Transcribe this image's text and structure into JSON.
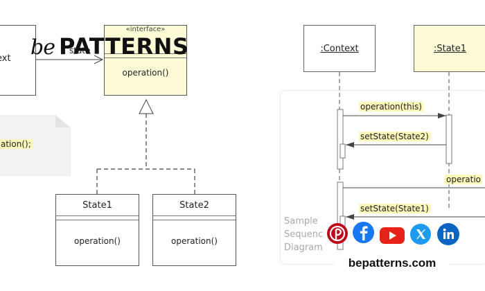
{
  "logo": {
    "prefix": "be",
    "name": "PATTERNS"
  },
  "class_diagram": {
    "context_label": "ext",
    "context_arrow_label": "state",
    "interface": {
      "stereotype": "«interface»",
      "operation": "operation()"
    },
    "note_text": "ation();",
    "states": [
      {
        "name": "State1",
        "operation": "operation()"
      },
      {
        "name": "State2",
        "operation": "operation()"
      }
    ]
  },
  "sequence_diagram": {
    "lifelines": [
      ":Context",
      ":State1"
    ],
    "messages": [
      "operation(this)",
      "setState(State2)",
      "operatio",
      "setState(State1)"
    ],
    "caption": [
      "Sample",
      "Sequenc",
      "Diagram"
    ]
  },
  "social": {
    "icons": [
      "pinterest-icon",
      "facebook-icon",
      "youtube-icon",
      "x-icon",
      "linkedin-icon"
    ],
    "colors": {
      "pinterest": "#bd081c",
      "facebook": "#1877f2",
      "youtube": "#e62117",
      "x": "#1d9bf0",
      "linkedin": "#0a66c2"
    },
    "domain": "bepatterns.com"
  }
}
